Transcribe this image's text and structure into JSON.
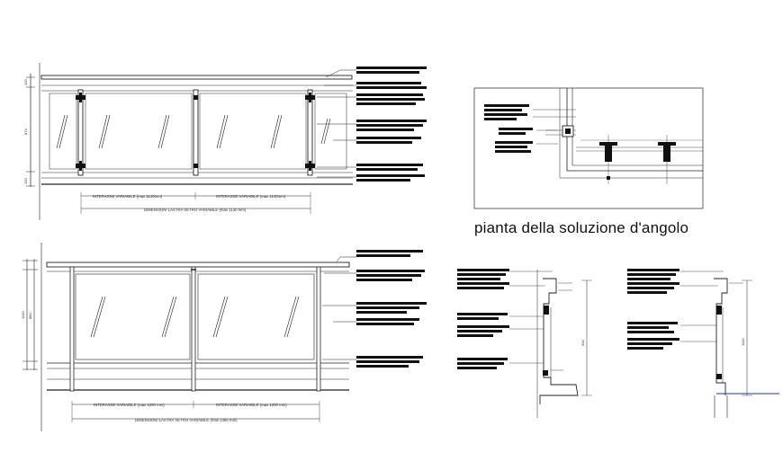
{
  "elevation_top": {
    "dimensions": {
      "interasse_left": "INTERASSE VARIABILE (max 1140mm)",
      "interasse_right": "INTERASSE VARIABILE (max 1140mm)",
      "lastra": "DIMENSIONI LASTRA VETRO VARIABILE (max 1130 mm)",
      "height_top": "100",
      "height_main": "874",
      "height_bottom": "100"
    }
  },
  "elevation_bottom": {
    "dimensions": {
      "interasse_left": "INTERASSE VARIABILE (max 1200 mm)",
      "interasse_right": "INTERASSE VARIABILE (max 1200 mm)",
      "lastra": "DIMENSIONI LASTRA VETRO VARIABILE (max 2380 mm)",
      "height_total": "1100",
      "height_glass": "880"
    }
  },
  "plan_view": {
    "caption": "pianta della soluzione d'angolo"
  },
  "sections": {
    "left_dim": "900",
    "right_dim": "1100"
  }
}
